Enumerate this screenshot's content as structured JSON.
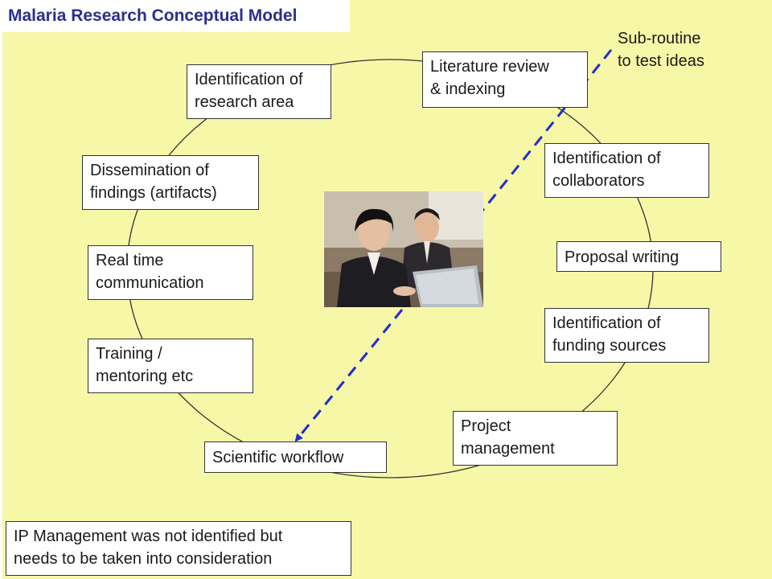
{
  "title": "Malaria Research Conceptual Model",
  "nodes": {
    "identification_research_area": "Identification of\nresearch area",
    "literature_review": "Literature review\n& indexing",
    "identification_collaborators": "Identification of\ncollaborators",
    "proposal_writing": "Proposal writing",
    "identification_funding": "Identification of\nfunding sources",
    "project_management": "Project\nmanagement",
    "scientific_workflow": "Scientific workflow",
    "training_mentoring": "Training /\nmentoring etc",
    "real_time_communication": "Real time\ncommunication",
    "dissemination": "Dissemination of\nfindings (artifacts)"
  },
  "subroutine_label": "Sub-routine\nto test ideas",
  "ip_note": "IP Management was not identified but\nneeds to be taken into consideration",
  "colors": {
    "background": "#f7f7a8",
    "title_text": "#2b2f8f",
    "dashed_arrow": "#1f2fd0",
    "circle": "#333333"
  }
}
